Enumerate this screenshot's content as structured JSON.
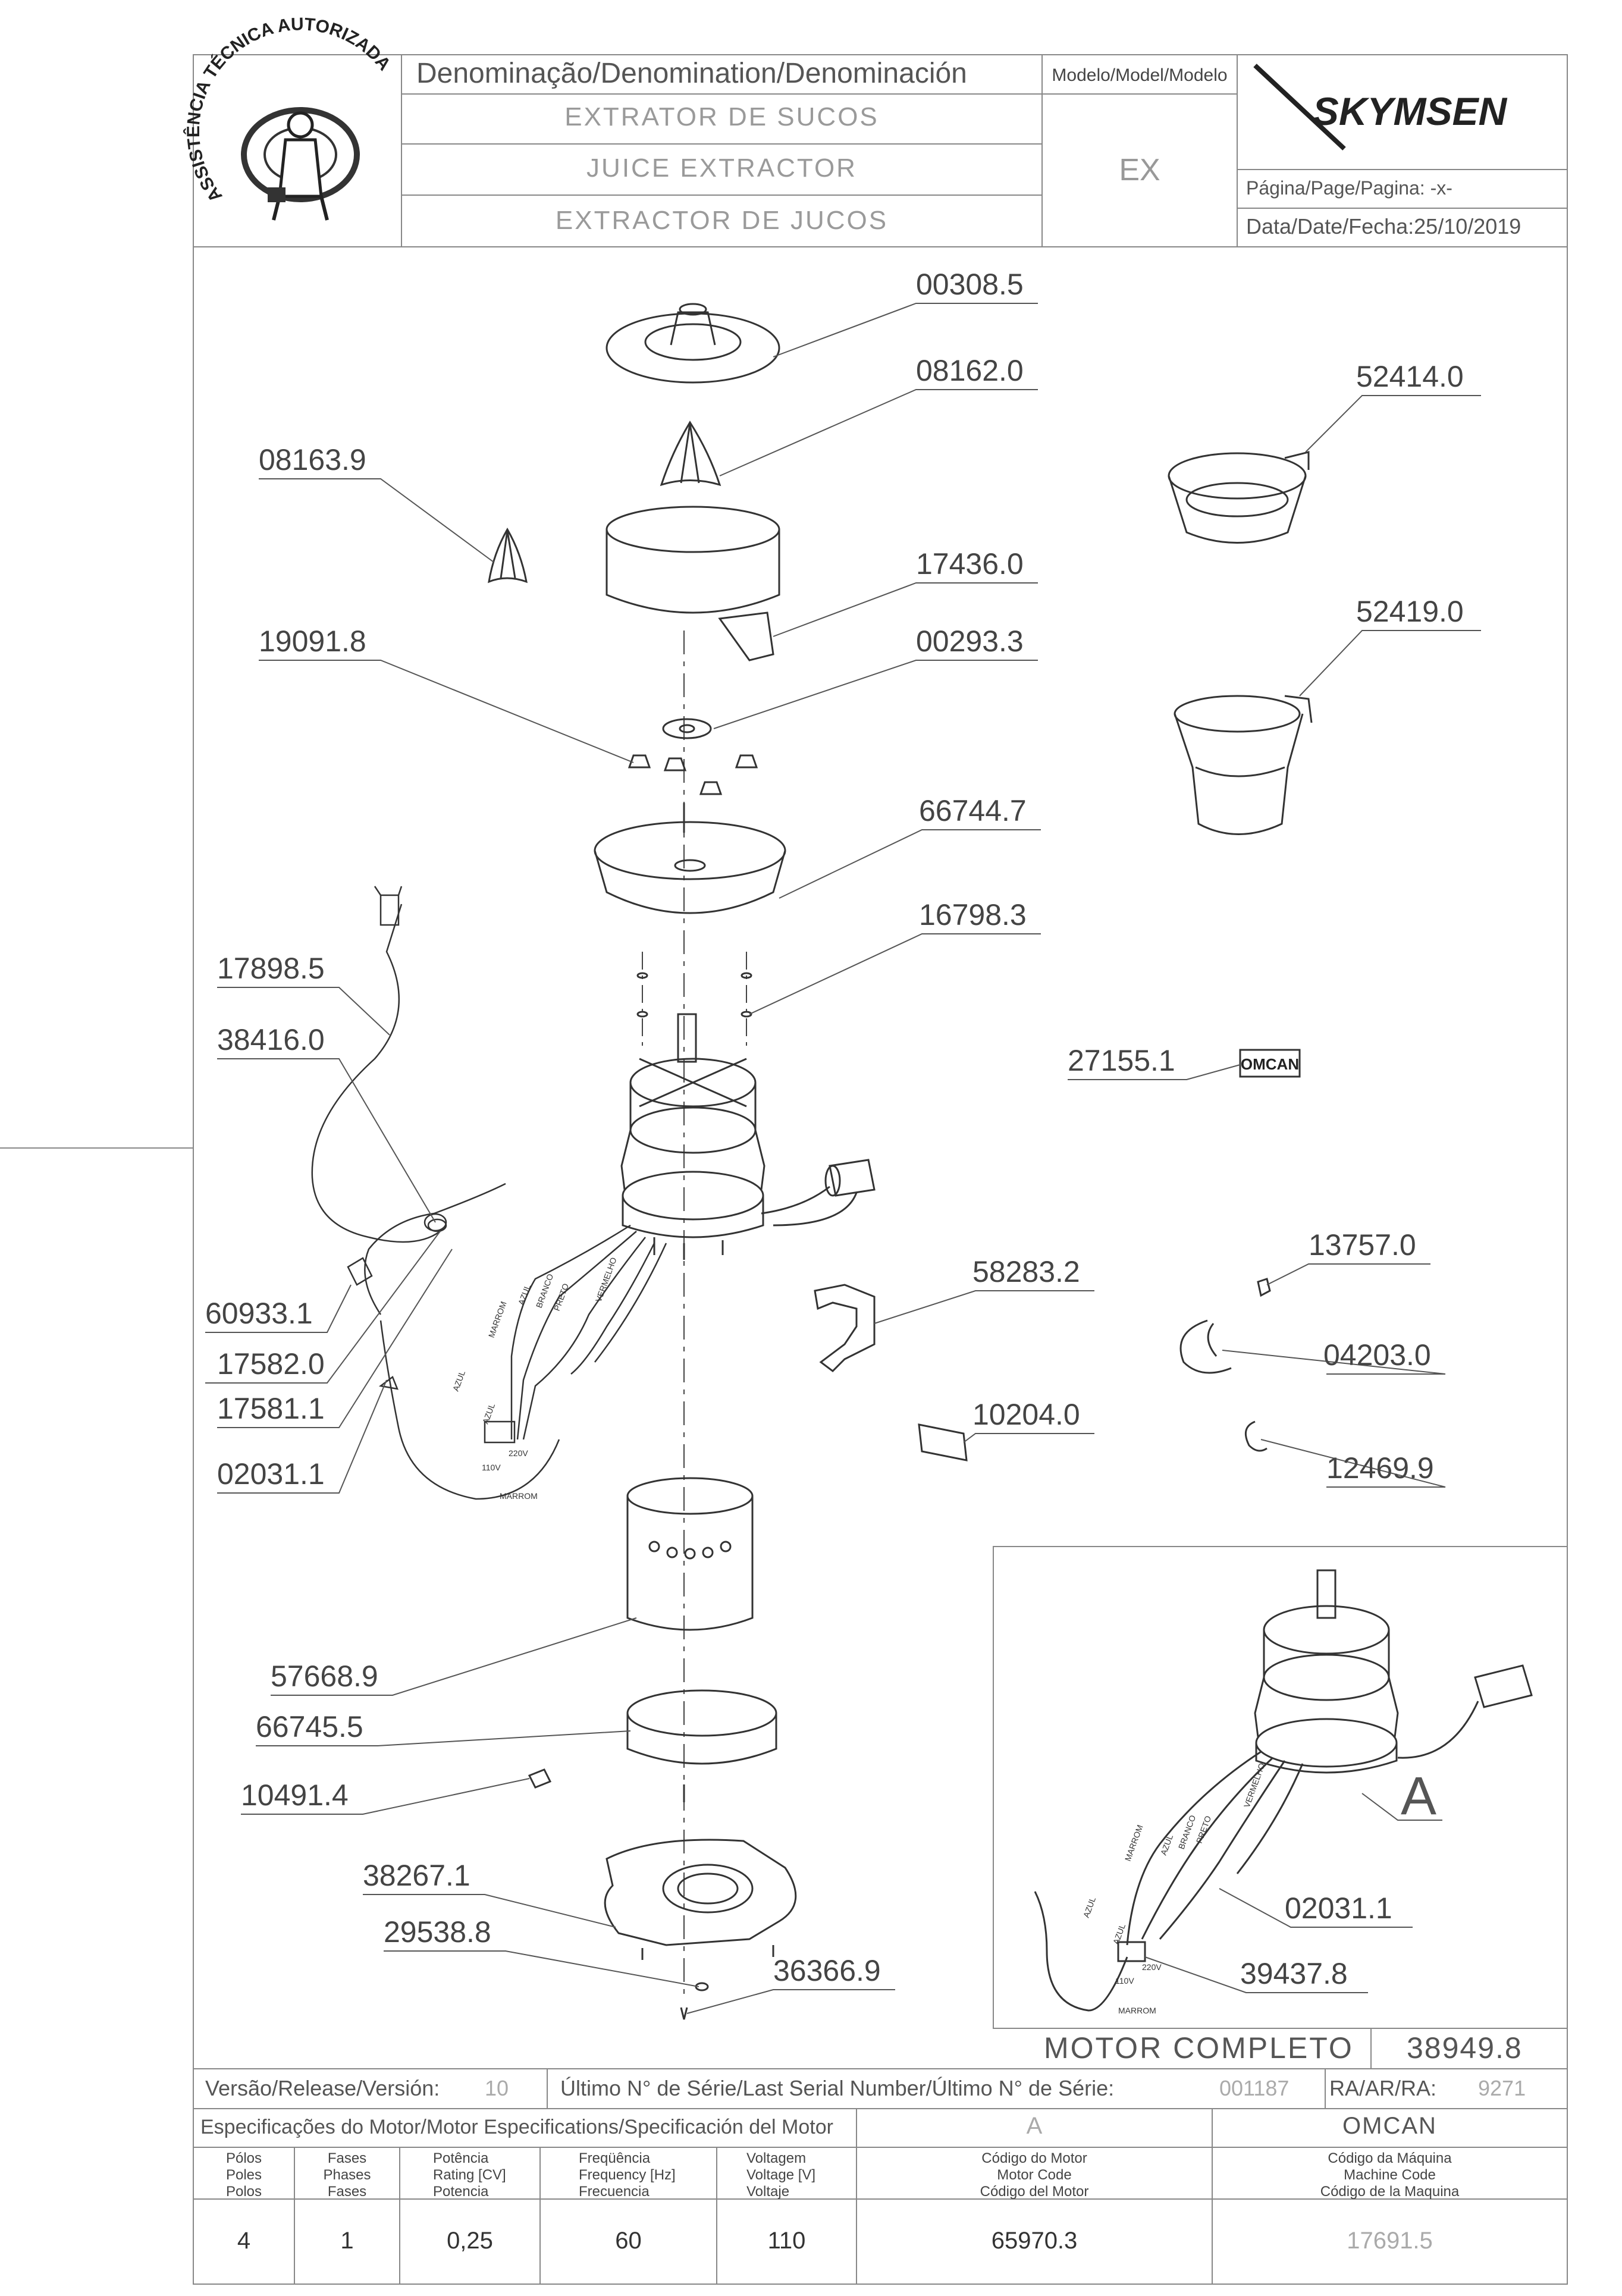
{
  "badge": {
    "ring_text": "ASSISTÊNCIA TÉCNICA AUTORIZADA"
  },
  "header": {
    "denomination_label": "Denominação/Denomination/Denominación",
    "names": [
      "EXTRATOR DE SUCOS",
      "JUICE EXTRACTOR",
      "EXTRACTOR DE JUCOS"
    ],
    "model_label": "Modelo/Model/Modelo",
    "model_value": "EX",
    "brand": "SKYMSEN",
    "page_label": "Página/Page/Pagina:",
    "page_value": "-x-",
    "date_label": "Data/Date/Fecha:",
    "date_value": "25/10/2019"
  },
  "parts": [
    "00308.5",
    "08162.0",
    "52414.0",
    "08163.9",
    "17436.0",
    "00293.3",
    "19091.8",
    "52419.0",
    "66744.7",
    "16798.3",
    "17898.5",
    "38416.0",
    "27155.1",
    "58283.2",
    "13757.0",
    "60933.1",
    "04203.0",
    "17582.0",
    "10204.0",
    "17581.1",
    "12469.9",
    "02031.1",
    "57668.9",
    "66745.5",
    "10491.4",
    "38267.1",
    "29538.8",
    "36366.9"
  ],
  "nameplate": {
    "brand": "OMCAN"
  },
  "inset": {
    "letter": "A",
    "parts": [
      "02031.1",
      "39437.8"
    ],
    "title": "MOTOR COMPLETO",
    "code": "38949.8"
  },
  "wires": {
    "azul": "AZUL",
    "branco": "BRANCO",
    "marrom": "MARROM",
    "vermelho": "VERMELHO",
    "preto": "PRETO",
    "v110": "110V",
    "v220": "220V"
  },
  "release": {
    "version_label": "Versão/Release/Versión:",
    "version_value": "10",
    "serial_label": "Último N° de Série/Last Serial Number/Último N° de Série:",
    "serial_value": "001187",
    "ra_label": "RA/AR/RA:",
    "ra_value": "9271"
  },
  "specs": {
    "title": "Especificações do Motor/Motor Especifications/Specificación del Motor",
    "motor_ref": "A",
    "maker": "OMCAN",
    "headers": [
      [
        "Pólos",
        "Poles",
        "Polos"
      ],
      [
        "Fases",
        "Phases",
        "Fases"
      ],
      [
        "Potência",
        "Rating [CV]",
        "Potencia"
      ],
      [
        "Freqüência",
        "Frequency [Hz]",
        "Frecuencia"
      ],
      [
        "Voltagem",
        "Voltage [V]",
        "Voltaje"
      ],
      [
        "Código do Motor",
        "Motor Code",
        "Código del Motor"
      ],
      [
        "Código da Máquina",
        "Machine Code",
        "Código de la Maquina"
      ]
    ],
    "values": [
      "4",
      "1",
      "0,25",
      "60",
      "110",
      "65970.3",
      "17691.5"
    ]
  }
}
